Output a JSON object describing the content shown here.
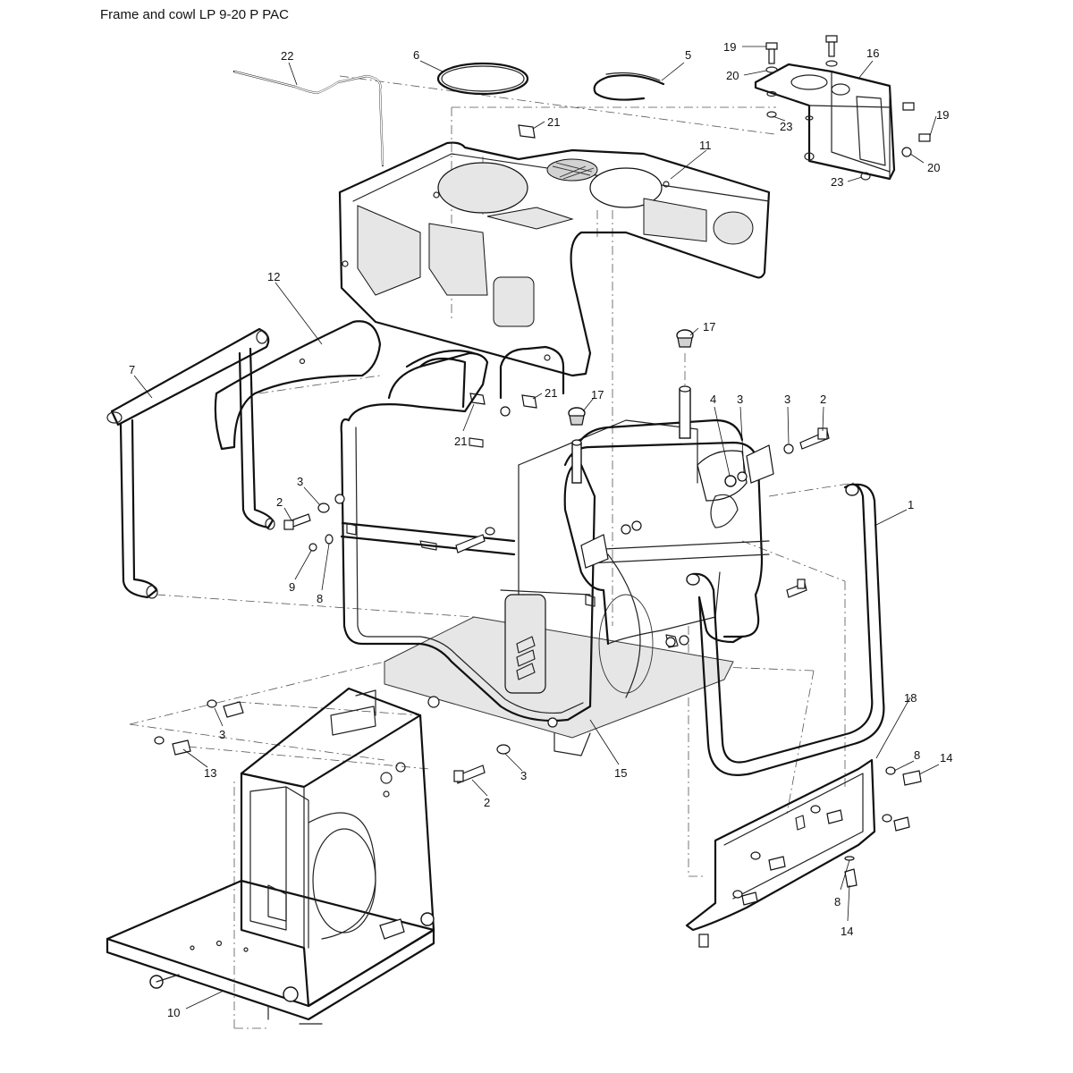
{
  "title": "Frame and cowl LP 9-20 P PAC",
  "callouts": [
    {
      "label": "1"
    },
    {
      "label": "2"
    },
    {
      "label": "2"
    },
    {
      "label": "2"
    },
    {
      "label": "3"
    },
    {
      "label": "3"
    },
    {
      "label": "3"
    },
    {
      "label": "3"
    },
    {
      "label": "3"
    },
    {
      "label": "4"
    },
    {
      "label": "5"
    },
    {
      "label": "6"
    },
    {
      "label": "7"
    },
    {
      "label": "8"
    },
    {
      "label": "8"
    },
    {
      "label": "8"
    },
    {
      "label": "9"
    },
    {
      "label": "10"
    },
    {
      "label": "11"
    },
    {
      "label": "12"
    },
    {
      "label": "13"
    },
    {
      "label": "14"
    },
    {
      "label": "14"
    },
    {
      "label": "15"
    },
    {
      "label": "16"
    },
    {
      "label": "17"
    },
    {
      "label": "17"
    },
    {
      "label": "18"
    },
    {
      "label": "19"
    },
    {
      "label": "19"
    },
    {
      "label": "20"
    },
    {
      "label": "20"
    },
    {
      "label": "21"
    },
    {
      "label": "21"
    },
    {
      "label": "21"
    },
    {
      "label": "22"
    },
    {
      "label": "23"
    },
    {
      "label": "23"
    }
  ]
}
